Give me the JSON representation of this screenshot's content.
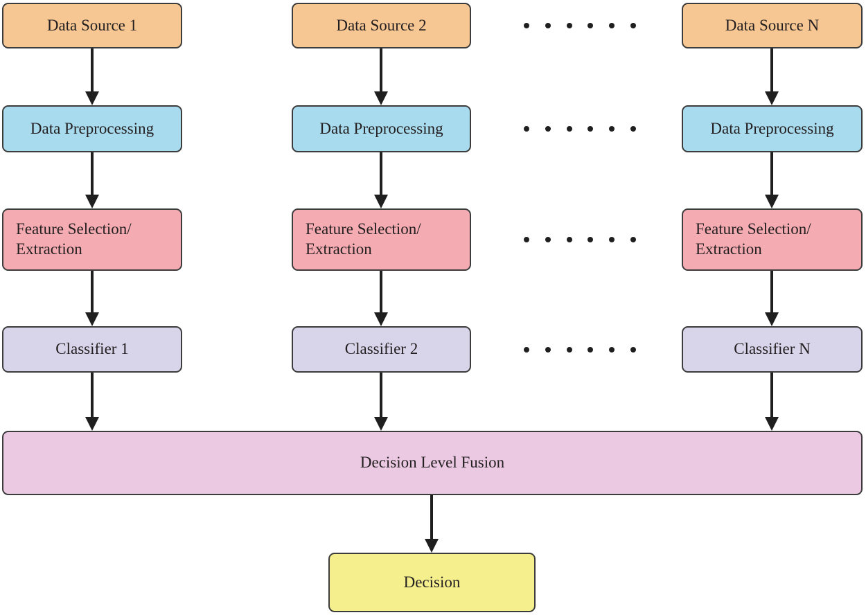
{
  "colors": {
    "data_source": "#f6c693",
    "preprocessing": "#a9dbee",
    "feature": "#f4acb2",
    "classifier": "#d8d4ea",
    "fusion": "#ebc9e2",
    "decision": "#f5ef8d",
    "border": "#3c3c3c",
    "arrow": "#1f1f1f",
    "text": "#231f20"
  },
  "columns": [
    {
      "data_source": "Data Source 1",
      "preprocessing": "Data Preprocessing",
      "feature": "Feature Selection/\nExtraction",
      "classifier": "Classifier 1"
    },
    {
      "data_source": "Data Source 2",
      "preprocessing": "Data Preprocessing",
      "feature": "Feature Selection/\nExtraction",
      "classifier": "Classifier 2"
    },
    {
      "data_source": "Data Source N",
      "preprocessing": "Data Preprocessing",
      "feature": "Feature Selection/\nExtraction",
      "classifier": "Classifier N"
    }
  ],
  "fusion_label": "Decision Level Fusion",
  "decision_label": "Decision"
}
